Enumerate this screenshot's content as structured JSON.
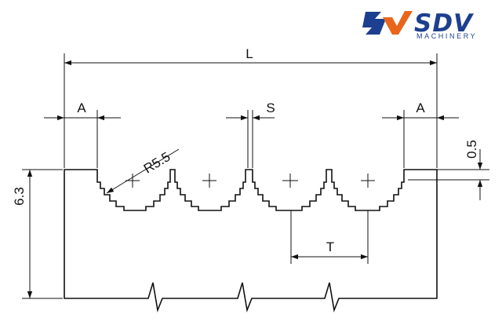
{
  "logo": {
    "name": "SDV",
    "subtitle": "MACHINERY",
    "colors": {
      "primary": "#1d3f8f",
      "accent": "#e8661c"
    }
  },
  "dimensions": {
    "overall_length": "L",
    "end_land": "A",
    "tooth_tip": "S",
    "radius": "R5.5",
    "pitch": "T",
    "step_depth": "0.5",
    "height": "6.3"
  },
  "colors": {
    "line": "#111111"
  }
}
